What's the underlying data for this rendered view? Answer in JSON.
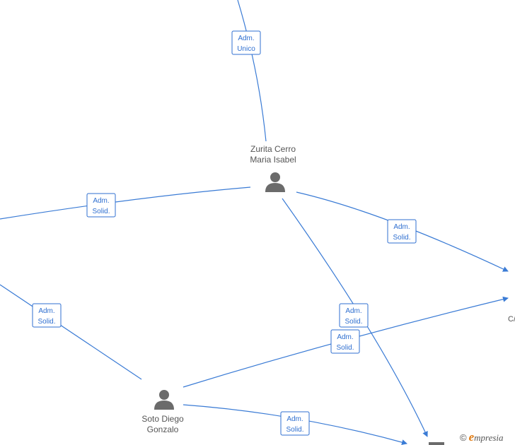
{
  "nodes": {
    "zurita": {
      "line1": "Zurita Cerro",
      "line2": "Maria Isabel",
      "icon": "person-icon"
    },
    "soto": {
      "line1": "Soto Diego",
      "line2": "Gonzalo",
      "icon": "person-icon"
    },
    "right_company_fragment": "C/"
  },
  "edge_labels": {
    "adm_unico": {
      "line1": "Adm.",
      "line2": "Unico"
    },
    "adm_solid": {
      "line1": "Adm.",
      "line2": "Solid."
    }
  },
  "brand": {
    "copyright": "©",
    "e": "e",
    "rest": "mpresia"
  },
  "colors": {
    "edge": "#3a7bd5",
    "label": "#2f6fd0",
    "icon": "#6b6b6b",
    "brand_accent": "#e07a10"
  }
}
